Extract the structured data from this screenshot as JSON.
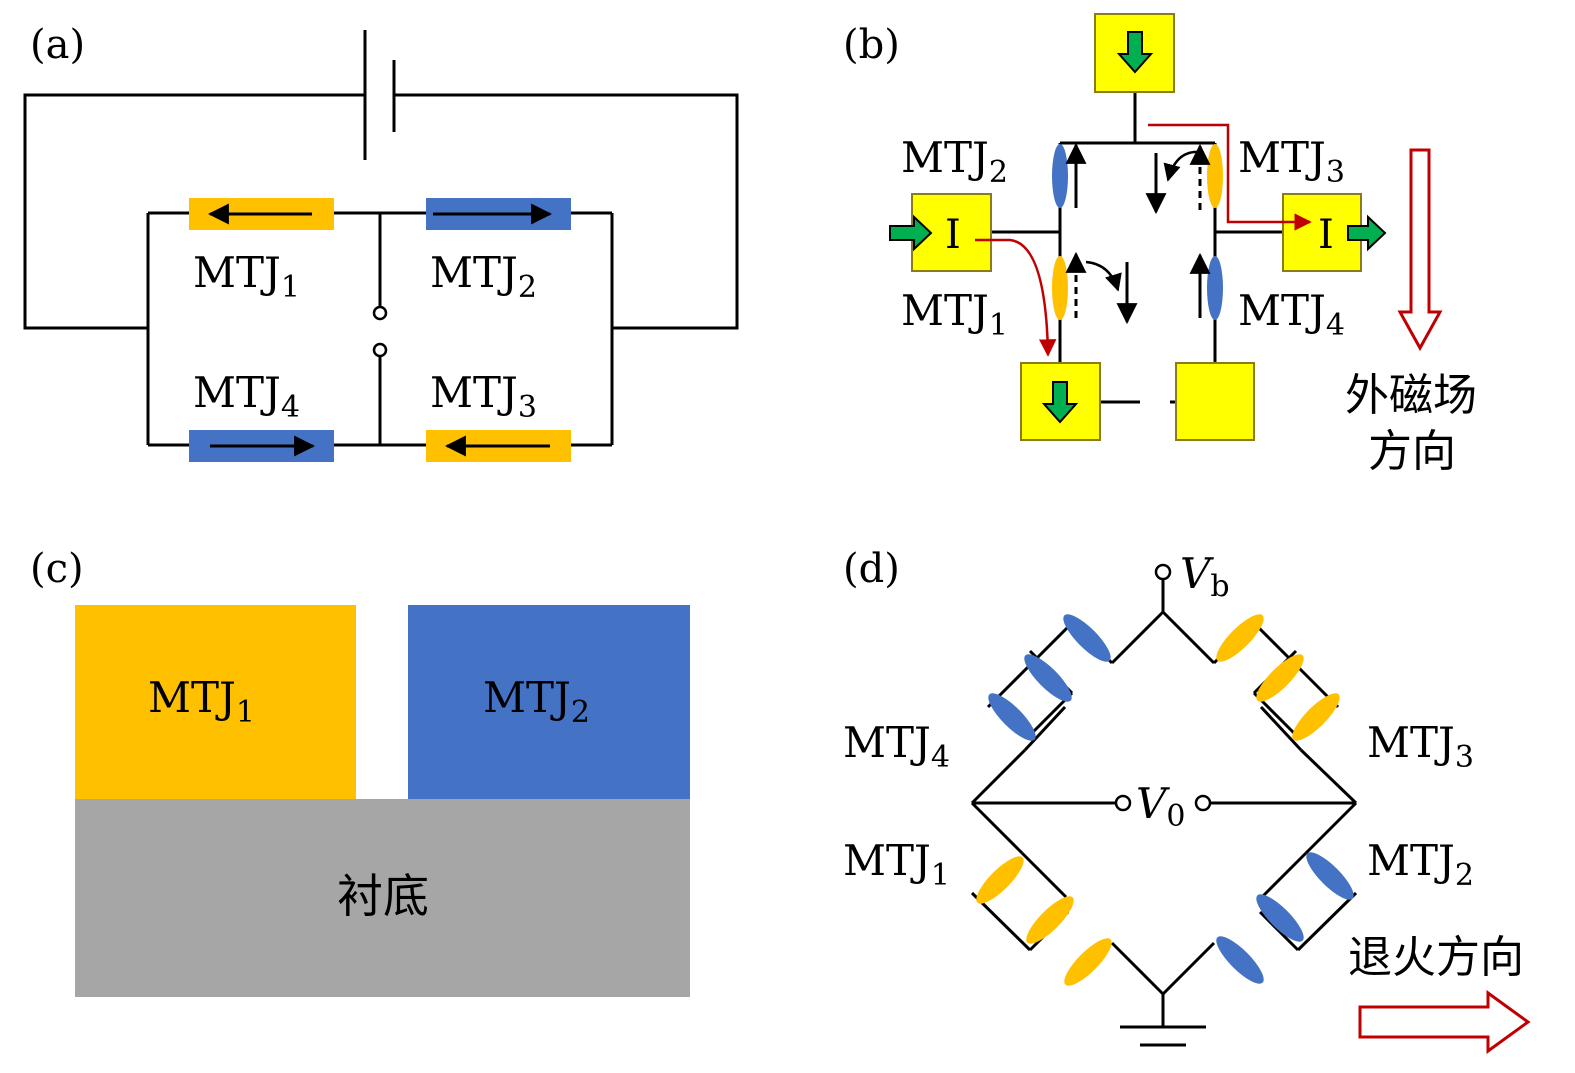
{
  "colors": {
    "orange": "#FFC000",
    "blue": "#4472C4",
    "yellow": "#FFFF00",
    "yellow_border": "#8B7B1A",
    "green": "#00B050",
    "red": "#C00000",
    "gray": "#A6A6A6",
    "line": "#000000"
  },
  "panel_a": {
    "label": "(a)",
    "mtj1": "MTJ",
    "mtj1_sub": "1",
    "mtj2": "MTJ",
    "mtj2_sub": "2",
    "mtj3": "MTJ",
    "mtj3_sub": "3",
    "mtj4": "MTJ",
    "mtj4_sub": "4",
    "icons": [
      "battery-icon",
      "arrow-left-icon",
      "arrow-right-icon",
      "terminal-circle-icon"
    ]
  },
  "panel_b": {
    "label": "(b)",
    "mtj1": "MTJ",
    "mtj1_sub": "1",
    "mtj2": "MTJ",
    "mtj2_sub": "2",
    "mtj3": "MTJ",
    "mtj3_sub": "3",
    "mtj4": "MTJ",
    "mtj4_sub": "4",
    "current_in": "I",
    "current_out": "I",
    "field_line1": "外磁场",
    "field_line2": "方向",
    "icons": [
      "green-arrow-down-icon",
      "green-arrow-right-icon",
      "red-current-path-icon",
      "field-direction-arrow-icon"
    ]
  },
  "panel_c": {
    "label": "(c)",
    "mtj1": "MTJ",
    "mtj1_sub": "1",
    "mtj2": "MTJ",
    "mtj2_sub": "2",
    "substrate": "衬底"
  },
  "panel_d": {
    "label": "(d)",
    "vb": "V",
    "vb_sub": "b",
    "v0": "V",
    "v0_sub": "0",
    "mtj1": "MTJ",
    "mtj1_sub": "1",
    "mtj2": "MTJ",
    "mtj2_sub": "2",
    "mtj3": "MTJ",
    "mtj3_sub": "3",
    "mtj4": "MTJ",
    "mtj4_sub": "4",
    "anneal": "退火方向",
    "icons": [
      "ground-icon",
      "anneal-arrow-right-icon"
    ]
  }
}
